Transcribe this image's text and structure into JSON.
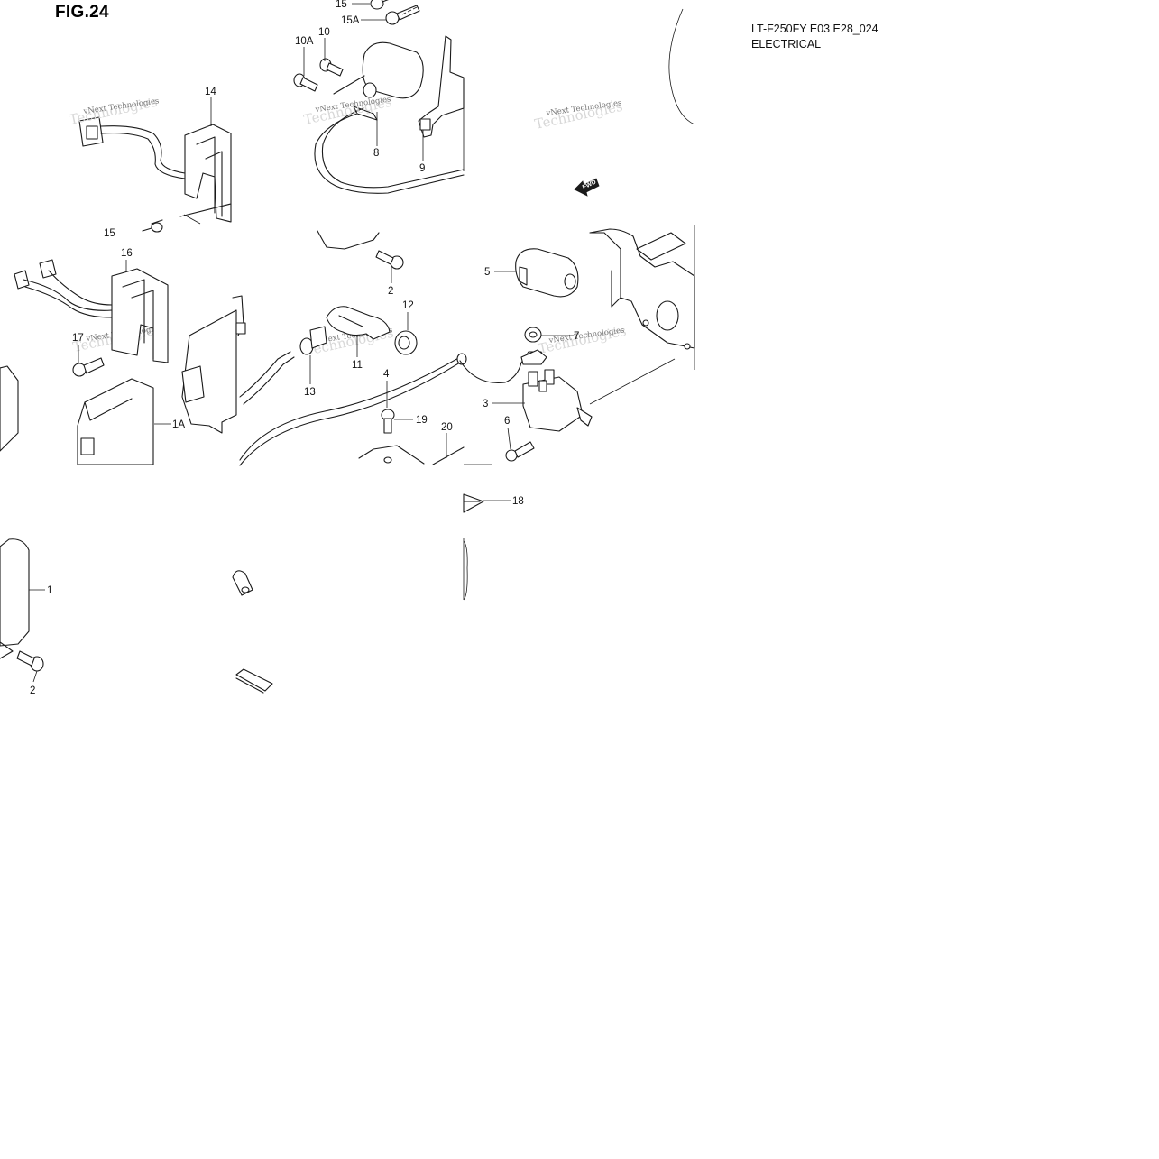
{
  "header": {
    "figure_label": "FIG.24",
    "model_code": "LT-F250FY E03 E28_024",
    "section": "ELECTRICAL"
  },
  "callouts": {
    "c15_top": "15",
    "c15A": "15A",
    "c10A": "10A",
    "c10": "10",
    "c14": "14",
    "c8": "8",
    "c9": "9",
    "c15_mid": "15",
    "c16": "16",
    "c2_mid": "2",
    "c5": "5",
    "c12": "12",
    "c7": "7",
    "c17": "17",
    "c11": "11",
    "c13": "13",
    "c4": "4",
    "c3": "3",
    "c19": "19",
    "c1A": "1A",
    "c6": "6",
    "c20": "20",
    "c18": "18",
    "c1": "1",
    "c2_bottom": "2"
  },
  "watermark": {
    "line1": "vNext Technologies",
    "line2": "Technologies"
  },
  "direction_arrow": {
    "label": "FWD"
  }
}
